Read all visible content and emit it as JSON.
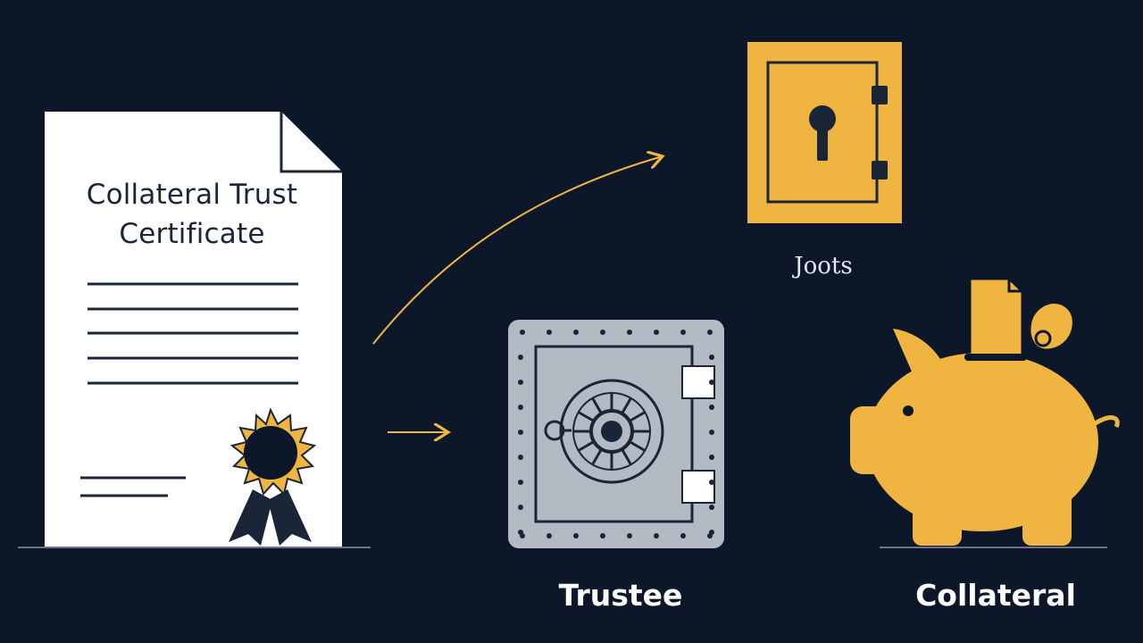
{
  "certificate": {
    "title_line1": "Collateral Trust",
    "title_line2": "Certificate"
  },
  "labels": {
    "safe_caption": "Joots",
    "trustee": "Trustee",
    "collateral": "Collateral"
  },
  "colors": {
    "background": "#0c172a",
    "accent_gold": "#f0b540",
    "navy": "#1b2538",
    "steel": "#b3bac4",
    "paper": "#ffffff"
  }
}
